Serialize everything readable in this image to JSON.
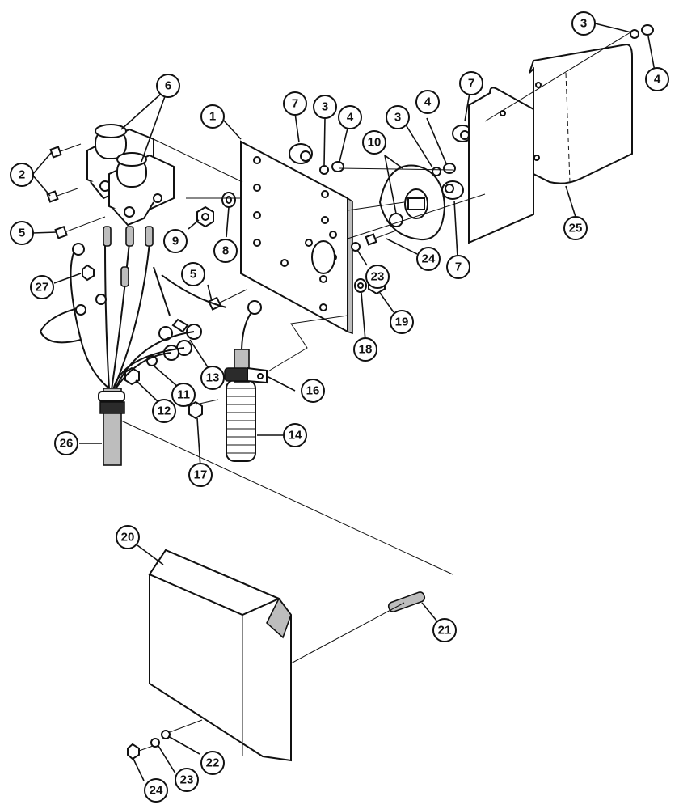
{
  "diagram": {
    "callouts": [
      {
        "id": "c1",
        "label": "1"
      },
      {
        "id": "c2",
        "label": "2"
      },
      {
        "id": "c3a",
        "label": "3"
      },
      {
        "id": "c3b",
        "label": "3"
      },
      {
        "id": "c3c",
        "label": "3"
      },
      {
        "id": "c4a",
        "label": "4"
      },
      {
        "id": "c4b",
        "label": "4"
      },
      {
        "id": "c4c",
        "label": "4"
      },
      {
        "id": "c5a",
        "label": "5"
      },
      {
        "id": "c5b",
        "label": "5"
      },
      {
        "id": "c6",
        "label": "6"
      },
      {
        "id": "c7a",
        "label": "7"
      },
      {
        "id": "c7b",
        "label": "7"
      },
      {
        "id": "c7c",
        "label": "7"
      },
      {
        "id": "c8",
        "label": "8"
      },
      {
        "id": "c9",
        "label": "9"
      },
      {
        "id": "c10",
        "label": "10"
      },
      {
        "id": "c11",
        "label": "11"
      },
      {
        "id": "c12",
        "label": "12"
      },
      {
        "id": "c13",
        "label": "13"
      },
      {
        "id": "c14",
        "label": "14"
      },
      {
        "id": "c16",
        "label": "16"
      },
      {
        "id": "c17",
        "label": "17"
      },
      {
        "id": "c18",
        "label": "18"
      },
      {
        "id": "c19",
        "label": "19"
      },
      {
        "id": "c20",
        "label": "20"
      },
      {
        "id": "c21",
        "label": "21"
      },
      {
        "id": "c22",
        "label": "22"
      },
      {
        "id": "c23a",
        "label": "23"
      },
      {
        "id": "c23b",
        "label": "23"
      },
      {
        "id": "c24a",
        "label": "24"
      },
      {
        "id": "c24b",
        "label": "24"
      },
      {
        "id": "c25",
        "label": "25"
      },
      {
        "id": "c26",
        "label": "26"
      },
      {
        "id": "c27",
        "label": "27"
      }
    ]
  }
}
